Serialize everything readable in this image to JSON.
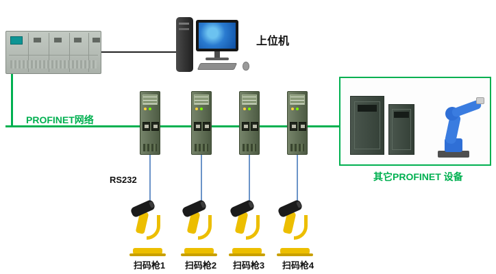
{
  "labels": {
    "host": "上位机",
    "network": "PROFINET网络",
    "rs232": "RS232",
    "other": "其它PROFINET 设备"
  },
  "scanners": [
    {
      "label": "扫码枪1"
    },
    {
      "label": "扫码枪2"
    },
    {
      "label": "扫码枪3"
    },
    {
      "label": "扫码枪4"
    }
  ],
  "icons": {
    "plc": "plc-device",
    "host": "desktop-computer",
    "gateway": "serial-to-profinet-gateway",
    "scanner": "barcode-scanner-icon",
    "robot": "robot-arm-icon",
    "cabinet": "control-cabinet-icon"
  },
  "colors": {
    "network_green": "#00b050",
    "serial_blue": "#6a93c8",
    "scanner_yellow": "#ecbe00",
    "gateway_olive": "#5c6b4f",
    "robot_blue": "#2f6fd6"
  }
}
